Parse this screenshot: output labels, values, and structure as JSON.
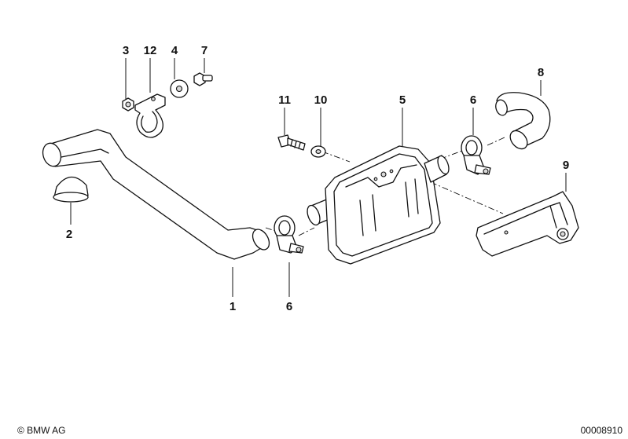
{
  "callouts": {
    "c1": "1",
    "c2": "2",
    "c3": "3",
    "c4": "4",
    "c5": "5",
    "c6a": "6",
    "c6b": "6",
    "c7": "7",
    "c8": "8",
    "c9": "9",
    "c10": "10",
    "c11": "11",
    "c12": "12"
  },
  "footer": {
    "copyright": "© BMW AG",
    "diagram_number": "00008910"
  }
}
